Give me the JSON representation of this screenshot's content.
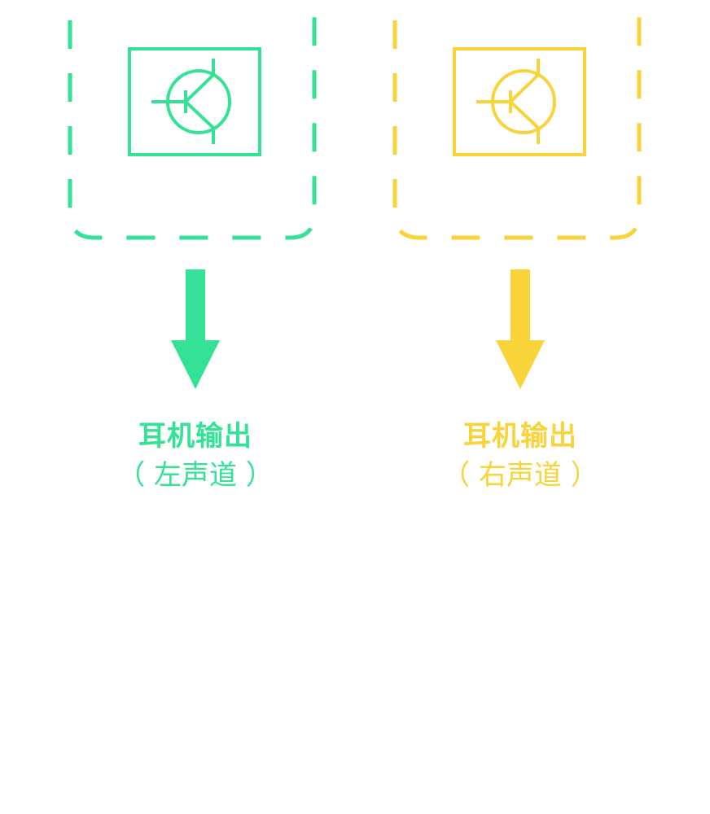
{
  "colors": {
    "left": "#34e296",
    "right": "#f8d33a"
  },
  "channels": [
    {
      "title": "耳机输出",
      "subtitle": "（ 左声道 ）",
      "icon": "transistor-pnp-icon"
    },
    {
      "title": "耳机输出",
      "subtitle": "（ 右声道 ）",
      "icon": "transistor-pnp-icon"
    }
  ]
}
